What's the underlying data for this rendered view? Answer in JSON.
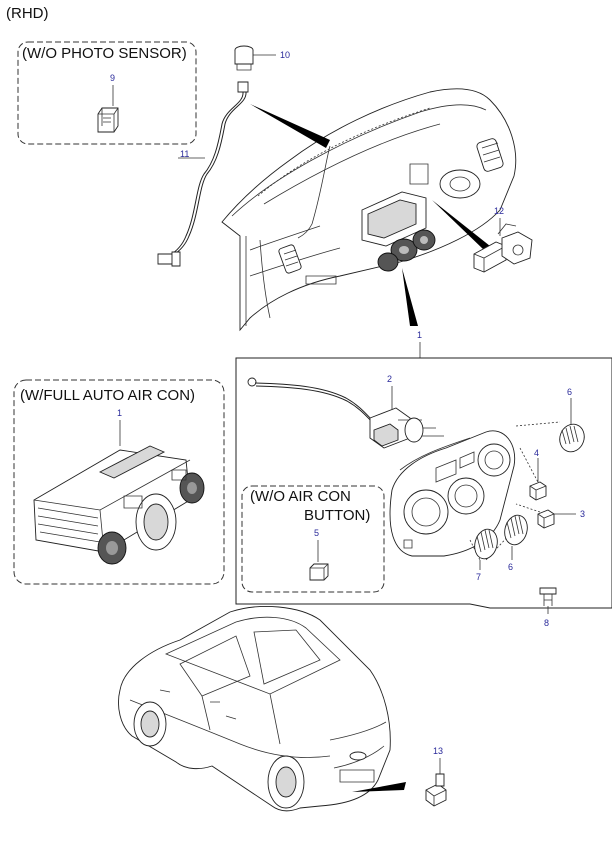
{
  "header": {
    "variant": "(RHD)"
  },
  "boxes": {
    "photo_sensor": "(W/O PHOTO SENSOR)",
    "full_auto": "(W/FULL AUTO AIR CON)",
    "no_ac_line1": "(W/O AIR CON",
    "no_ac_line2": "BUTTON)"
  },
  "callouts": {
    "p1a": "1",
    "p1b": "1",
    "p2": "2",
    "p3": "3",
    "p4": "4",
    "p5": "5",
    "p6a": "6",
    "p6b": "6",
    "p7": "7",
    "p8": "8",
    "p9": "9",
    "p10": "10",
    "p11": "11",
    "p12": "12",
    "p13": "13"
  }
}
